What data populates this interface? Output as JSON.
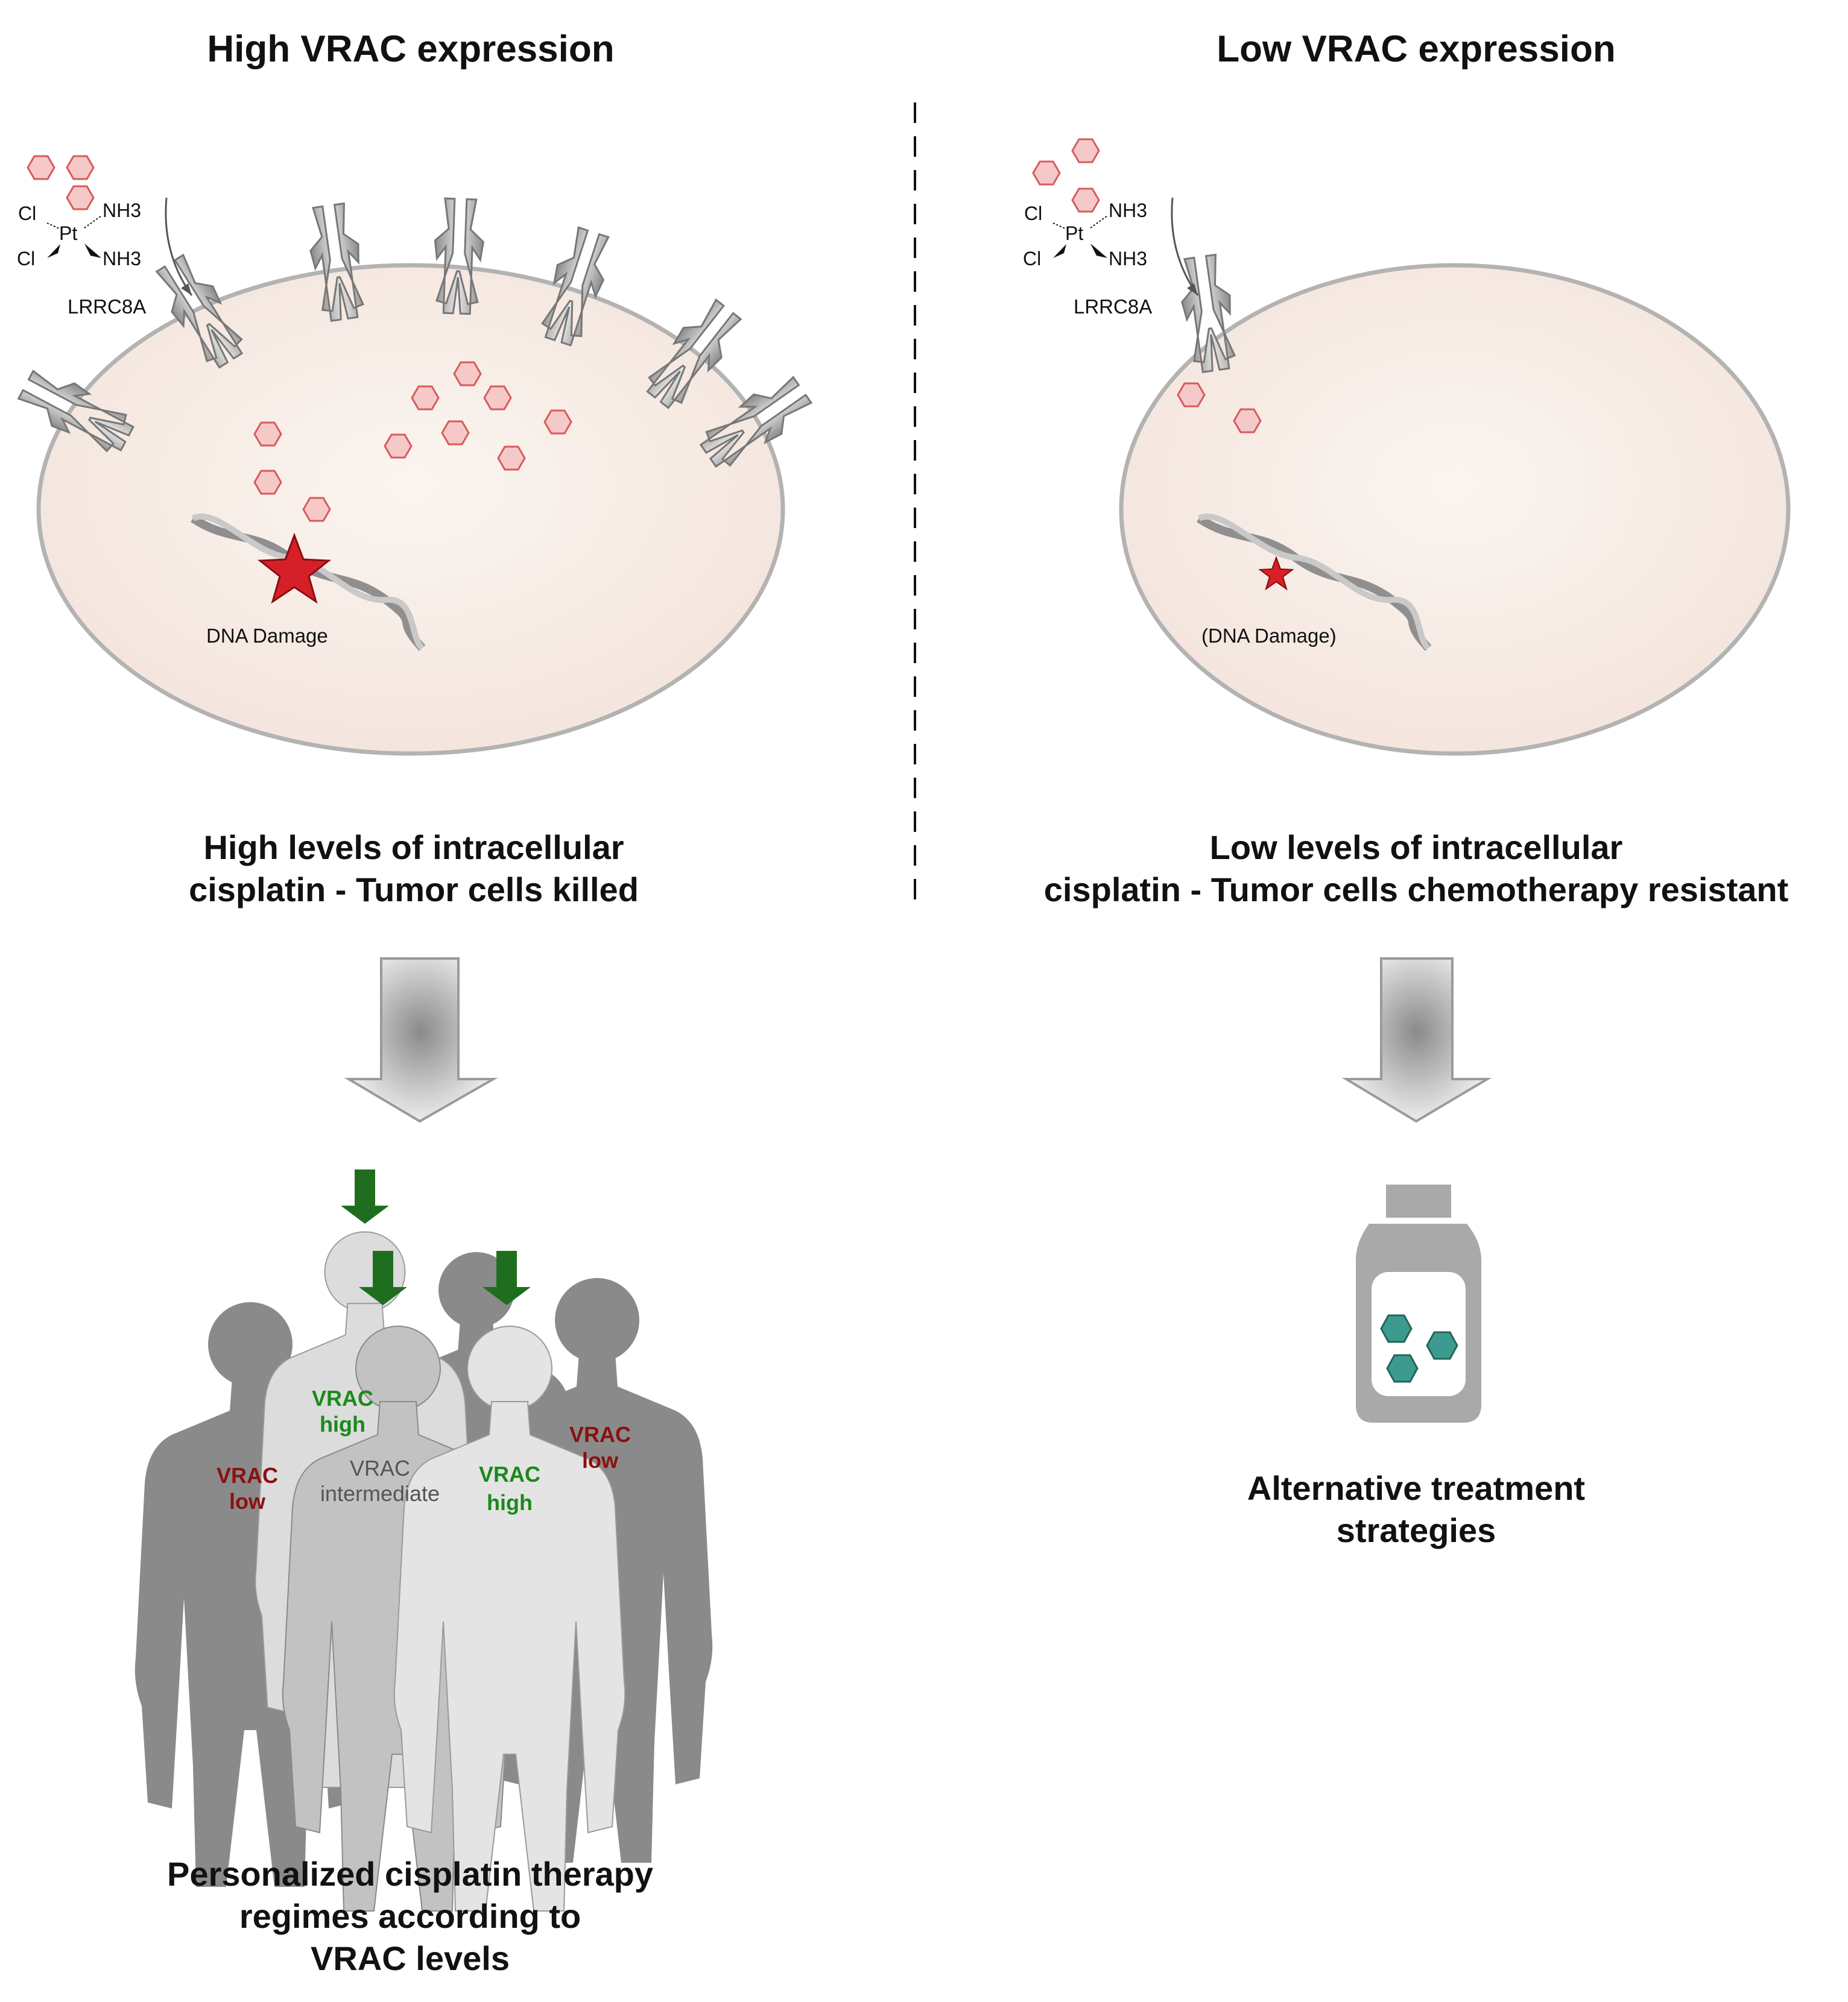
{
  "left": {
    "title": "High VRAC expression",
    "cl_top": "Cl",
    "cl_bottom": "Cl",
    "pt": "Pt",
    "nh3_top": "NH3",
    "nh3_bottom": "NH3",
    "channel_label": "LRRC8A",
    "dna_label": "DNA Damage",
    "caption_line1": "High levels of intracellular",
    "caption_line2": "cisplatin - Tumor cells killed",
    "people": {
      "back_left": [
        "VRAC",
        "low"
      ],
      "back_center": [
        "VRAC",
        "high"
      ],
      "back_right": [
        "VRAC",
        "low"
      ],
      "front_center": [
        "VRAC",
        "intermediate"
      ],
      "front_right": [
        "VRAC",
        "high"
      ]
    },
    "bottom_line1": "Personalized cisplatin therapy",
    "bottom_line2": "regimes according to",
    "bottom_line3": "VRAC levels"
  },
  "right": {
    "title": "Low VRAC expression",
    "cl_top": "Cl",
    "cl_bottom": "Cl",
    "pt": "Pt",
    "nh3_top": "NH3",
    "nh3_bottom": "NH3",
    "channel_label": "LRRC8A",
    "dna_label": "(DNA Damage)",
    "caption_line1": "Low levels of intracellular",
    "caption_line2": "cisplatin - Tumor cells chemotherapy resistant",
    "bottom_line1": "Alternative treatment",
    "bottom_line2": "strategies"
  },
  "colors": {
    "cell_fill": "#f7ede7",
    "cell_stroke": "#b3b3b3",
    "hexagon_fill": "#f6c9c9",
    "hexagon_stroke": "#d85a5a",
    "damage_star": "#d52027",
    "green_arrow": "#1f6e1f",
    "vrac_low_text": "#8b1010",
    "vrac_high_text": "#1a8a1a",
    "vrac_intermediate_text": "#555555",
    "pill_fill": "#3c9b8e"
  }
}
